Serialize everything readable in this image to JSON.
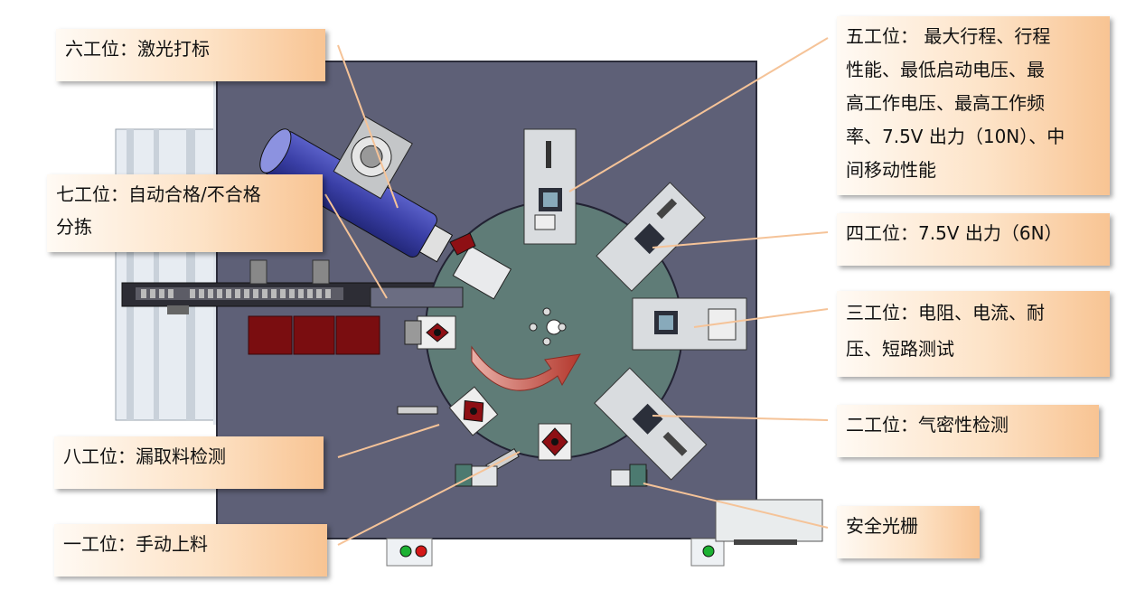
{
  "labels": {
    "s1": "一工位：手动上料",
    "s2": "二工位：气密性检测",
    "s3": [
      "三工位：电阻、电流、耐",
      "压、短路测试"
    ],
    "s4": "四工位：7.5V 出力（6N）",
    "s5": [
      "五工位：  最大行程、行程",
      "性能、最低启动电压、最",
      "高工作电压、最高工作频",
      "率、7.5V 出力（10N）、中",
      "间移动性能"
    ],
    "s6": "六工位：激光打标",
    "s7": [
      "七工位：自动合格/不合格",
      "分拣"
    ],
    "s8": "八工位：漏取料检测",
    "light_curtain": "安全光栅"
  },
  "colors": {
    "base_plate": "#5e6077",
    "turntable": "#5f7c77",
    "callout_edge": "#f8c493",
    "leader_line": "#f5c398",
    "laser_body": "#3a3fa6",
    "reject_bins": "#7a0d10",
    "rotation_arrow": "#c55a4d",
    "indicator_green": "#1db233",
    "indicator_red": "#d41818"
  }
}
